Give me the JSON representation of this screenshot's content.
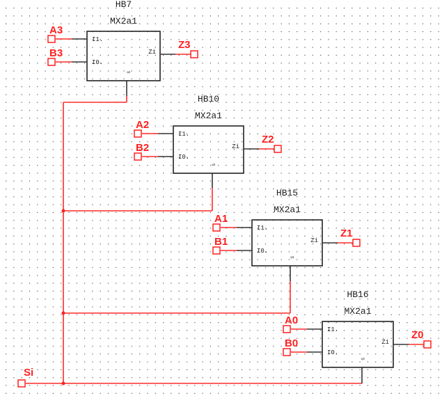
{
  "schematic": {
    "colors": {
      "net": "#ff2020",
      "component": "#222222",
      "grid": "#555555",
      "background": "#ffffff"
    },
    "select_input": {
      "label": "Si"
    },
    "muxes": [
      {
        "instance": "HB7",
        "cell": "MX2a1",
        "pins": {
          "i1": "I1.",
          "i0": "I0.",
          "zi": "Zi",
          "s": "S"
        },
        "in_a": "A3",
        "in_b": "B3",
        "out": "Z3"
      },
      {
        "instance": "HB10",
        "cell": "MX2a1",
        "pins": {
          "i1": "I1.",
          "i0": "I0.",
          "zi": "Zi",
          "s": "S"
        },
        "in_a": "A2",
        "in_b": "B2",
        "out": "Z2"
      },
      {
        "instance": "HB15",
        "cell": "MX2a1",
        "pins": {
          "i1": "I1.",
          "i0": "I0.",
          "zi": "Zi",
          "s": "S"
        },
        "in_a": "A1",
        "in_b": "B1",
        "out": "Z1"
      },
      {
        "instance": "HB16",
        "cell": "MX2a1",
        "pins": {
          "i1": "I1.",
          "i0": "I0.",
          "zi": "Zi",
          "s": "S"
        },
        "in_a": "A0",
        "in_b": "B0",
        "out": "Z0"
      }
    ]
  }
}
